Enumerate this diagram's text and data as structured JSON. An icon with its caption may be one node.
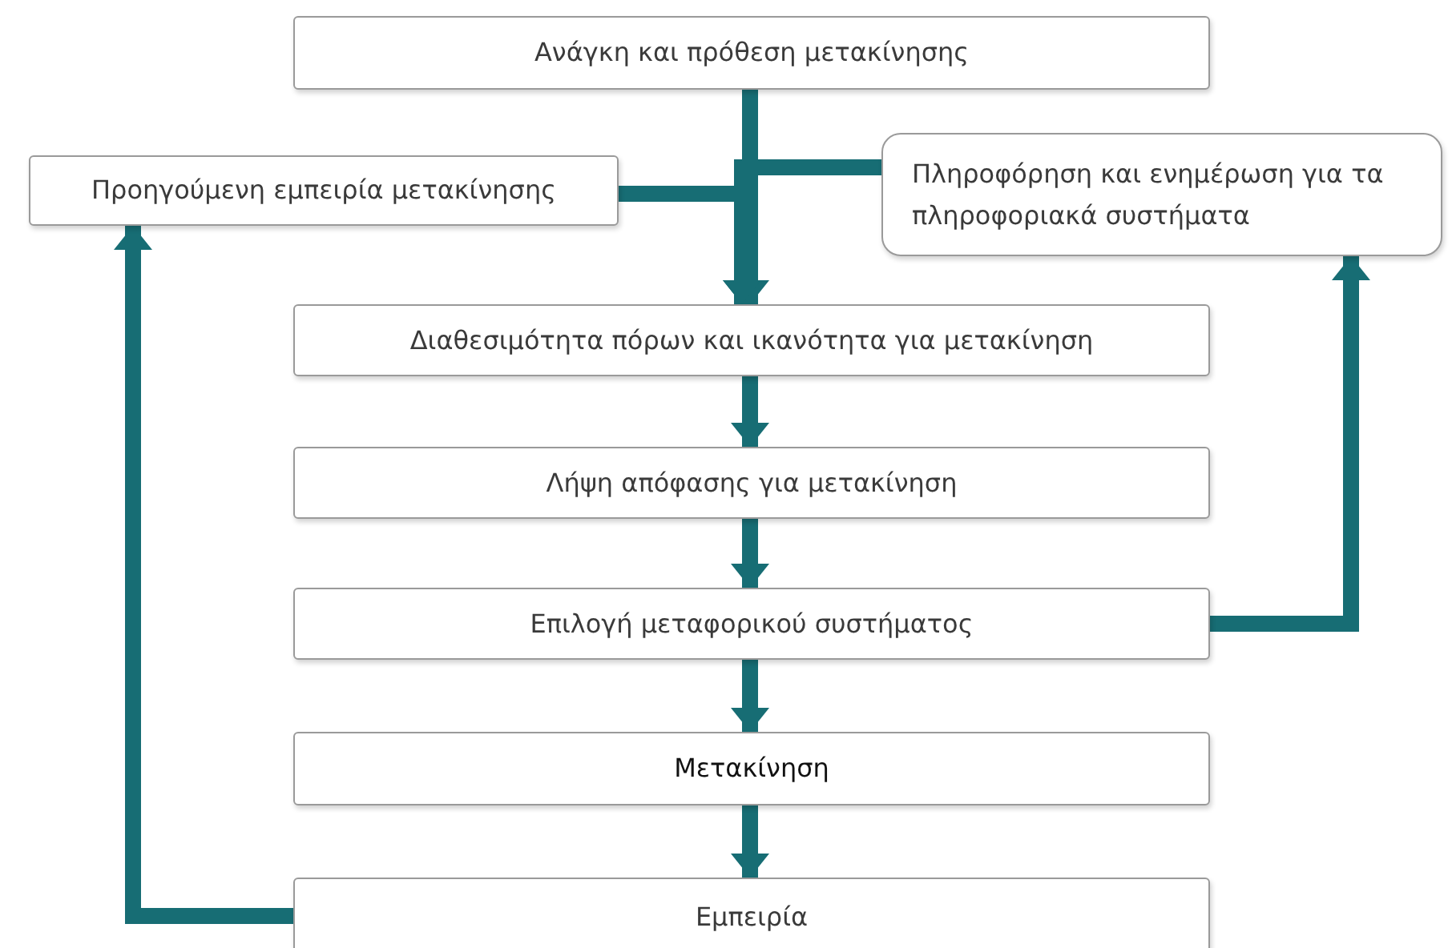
{
  "diagram": {
    "nodes": [
      {
        "text": [
          "Ανάγκη και πρόθεση μετακίνησης"
        ]
      },
      {
        "text": [
          "Προηγούμενη εμπειρία μετακίνησης"
        ]
      },
      {
        "text": [
          "Πληροφόρηση και ενημέρωση για τα πληροφοριακά συστήματα"
        ]
      },
      {
        "text": [
          "Διαθεσιμότητα πόρων και ικανότητα για μετακίνηση"
        ]
      },
      {
        "text": [
          "Λήψη απόφασης για μετακίνηση"
        ]
      },
      {
        "text": [
          "Επιλογή μεταφορικού συστήματος"
        ]
      },
      {
        "text": [
          "Μετακίνηση"
        ]
      },
      {
        "text": [
          "Εμπειρία"
        ]
      }
    ],
    "edges": [
      {
        "from": 0,
        "to": 3,
        "arrow": "to"
      },
      {
        "from": 1,
        "to": 3,
        "arrow": "to"
      },
      {
        "from": 2,
        "to": 3,
        "arrow": "to"
      },
      {
        "from": 3,
        "to": 4,
        "arrow": "to"
      },
      {
        "from": 4,
        "to": 5,
        "arrow": "to"
      },
      {
        "from": 5,
        "to": 6,
        "arrow": "to"
      },
      {
        "from": 6,
        "to": 7,
        "arrow": "to"
      },
      {
        "from": 5,
        "to": 2,
        "arrow": "to"
      },
      {
        "from": 7,
        "to": 1,
        "arrow": "to"
      }
    ]
  }
}
